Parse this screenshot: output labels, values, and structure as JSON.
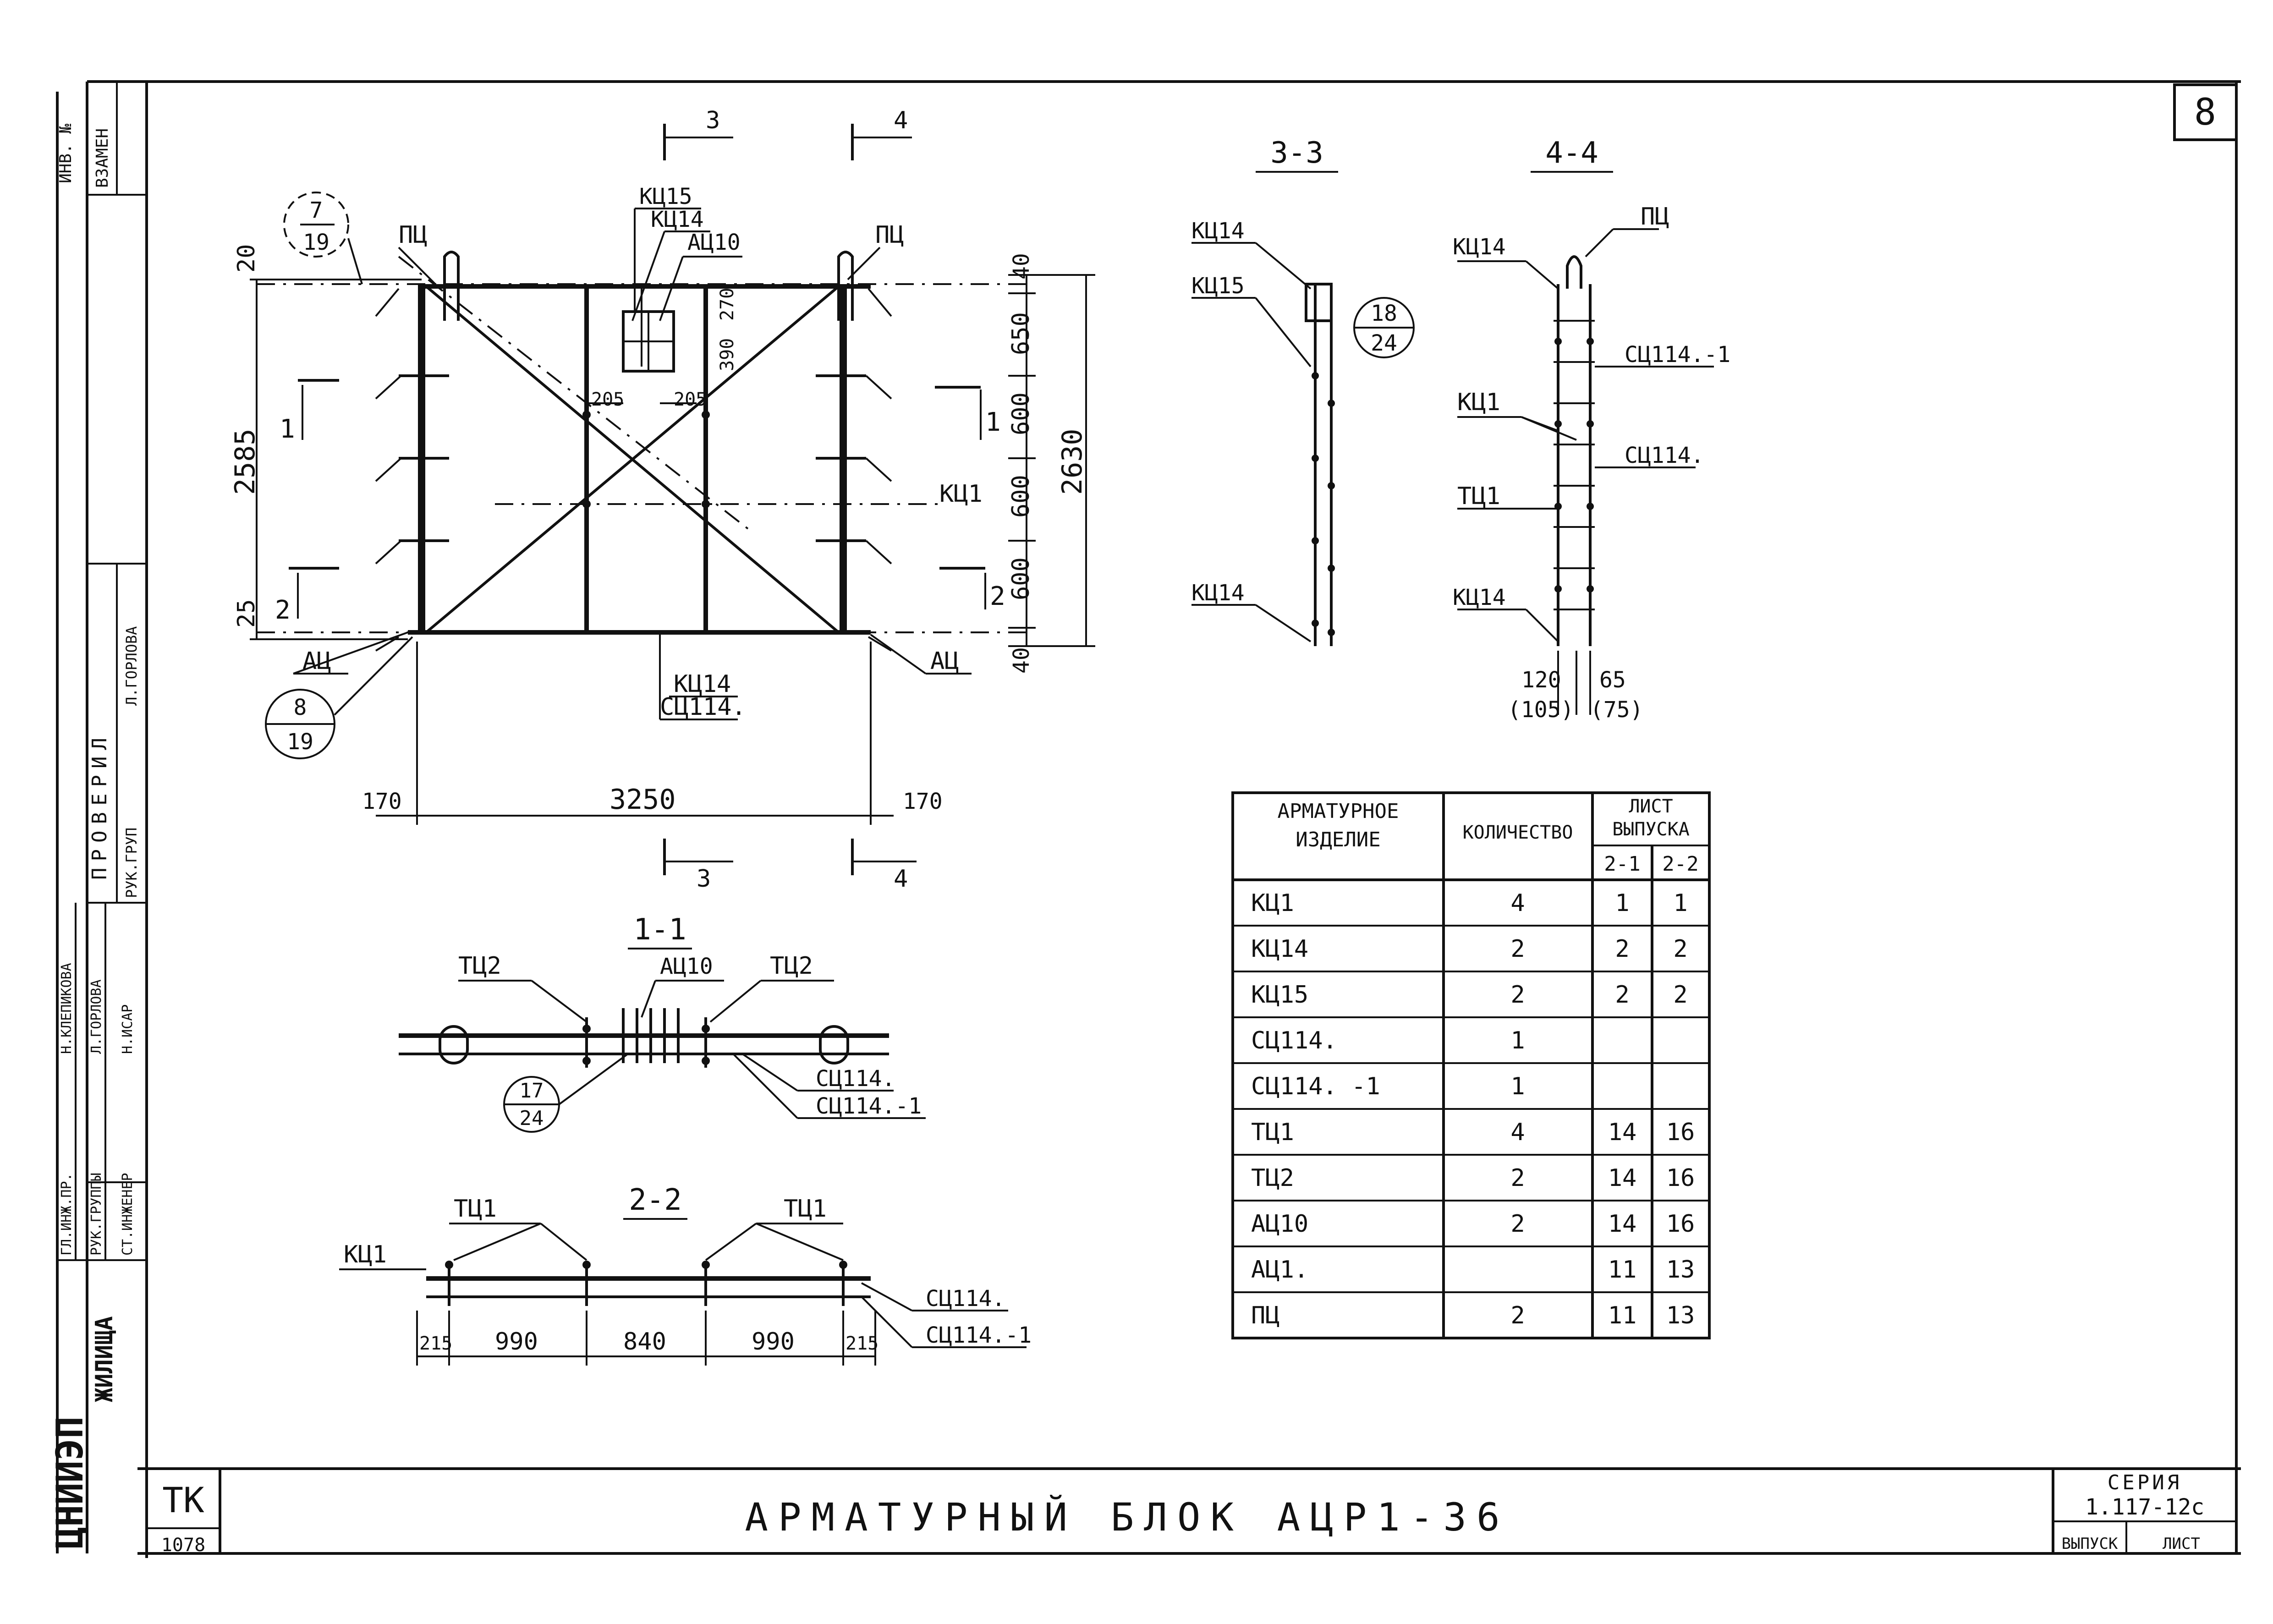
{
  "sheet_number": "8",
  "title_block": {
    "title": "АРМАТУРНЫЙ БЛОК АЦР1-36",
    "series_label": "СЕРИЯ",
    "series_number": "1.117-12с",
    "issue_label": "ВЫПУСК",
    "sheet_label": "ЛИСТ",
    "org_code": "ТК",
    "org_sub": "1078",
    "institute": "ЦНИИЭП",
    "department": "ЖИЛИЩА"
  },
  "side_stamp": {
    "inv_no": "ИНВ. №",
    "replace": "ВЗАМЕН",
    "checked": "ПРОВЕРИЛ",
    "roles": [
      "ГЛ.ИНЖ.ПР.",
      "РУК.ГРУППЫ",
      "СТ.ИНЖЕНЕР",
      "РУК.ГРУП"
    ],
    "names": [
      "Н.КЛЕПИКОВА",
      "Л.ГОРЛОВА",
      "Н.ИСАР",
      "Л.ГОРЛОВА"
    ]
  },
  "main_view": {
    "labels": [
      "ПЦ",
      "ПЦ",
      "КЦ15",
      "КЦ14",
      "АЦ10",
      "КЦ1",
      "АЦ",
      "АЦ",
      "КЦ14",
      "СЦ114."
    ],
    "dims_left": [
      "20",
      "2585",
      "25"
    ],
    "dims_right": [
      "40",
      "650",
      "600",
      "600",
      "600",
      "40"
    ],
    "dim_overall": "2630",
    "dims_center": [
      "270",
      "390",
      "205",
      "205"
    ],
    "dims_bottom": [
      "170",
      "3250",
      "170"
    ],
    "callout_top": {
      "num": "7",
      "sheet": "19"
    },
    "callout_bottom": {
      "num": "8",
      "sheet": "19"
    },
    "section_marks": [
      "3",
      "4",
      "3",
      "4",
      "1",
      "1",
      "2",
      "2"
    ]
  },
  "section_3_3": {
    "title": "3-3",
    "labels": [
      "КЦ14",
      "КЦ15",
      "КЦ14"
    ],
    "callout": {
      "num": "18",
      "sheet": "24"
    }
  },
  "section_4_4": {
    "title": "4-4",
    "labels": [
      "ПЦ",
      "КЦ14",
      "СЦ114.-1",
      "КЦ1",
      "СЦ114.",
      "ТЦ1",
      "КЦ14"
    ],
    "dims": [
      "120",
      "(105)",
      "65",
      "(75)"
    ]
  },
  "section_1_1": {
    "title": "1-1",
    "labels": [
      "ТЦ2",
      "АЦ10",
      "ТЦ2",
      "СЦ114.",
      "СЦ114.-1"
    ],
    "callout": {
      "num": "17",
      "sheet": "24"
    }
  },
  "section_2_2": {
    "title": "2-2",
    "labels": [
      "ТЦ1",
      "ТЦ1",
      "КЦ1",
      "СЦ114.",
      "СЦ114.-1"
    ],
    "dims": [
      "215",
      "990",
      "840",
      "990",
      "215"
    ]
  },
  "spec_table": {
    "headers": {
      "item": "АРМАТУРНОЕ ИЗДЕЛИЕ",
      "qty": "КОЛИЧЕСТВО",
      "sheet": "ЛИСТ ВЫПУСКА",
      "issue1": "2-1",
      "issue2": "2-2"
    },
    "rows": [
      {
        "item": "КЦ1",
        "qty": "4",
        "s1": "1",
        "s2": "1"
      },
      {
        "item": "КЦ14",
        "qty": "2",
        "s1": "2",
        "s2": "2"
      },
      {
        "item": "КЦ15",
        "qty": "2",
        "s1": "2",
        "s2": "2"
      },
      {
        "item": "СЦ114.",
        "qty": "1",
        "s1": "",
        "s2": ""
      },
      {
        "item": "СЦ114. -1",
        "qty": "1",
        "s1": "",
        "s2": ""
      },
      {
        "item": "ТЦ1",
        "qty": "4",
        "s1": "14",
        "s2": "16"
      },
      {
        "item": "ТЦ2",
        "qty": "2",
        "s1": "14",
        "s2": "16"
      },
      {
        "item": "АЦ10",
        "qty": "2",
        "s1": "14",
        "s2": "16"
      },
      {
        "item": "АЦ1.",
        "qty": "",
        "s1": "11",
        "s2": "13"
      },
      {
        "item": "ПЦ",
        "qty": "2",
        "s1": "11",
        "s2": "13"
      }
    ]
  }
}
